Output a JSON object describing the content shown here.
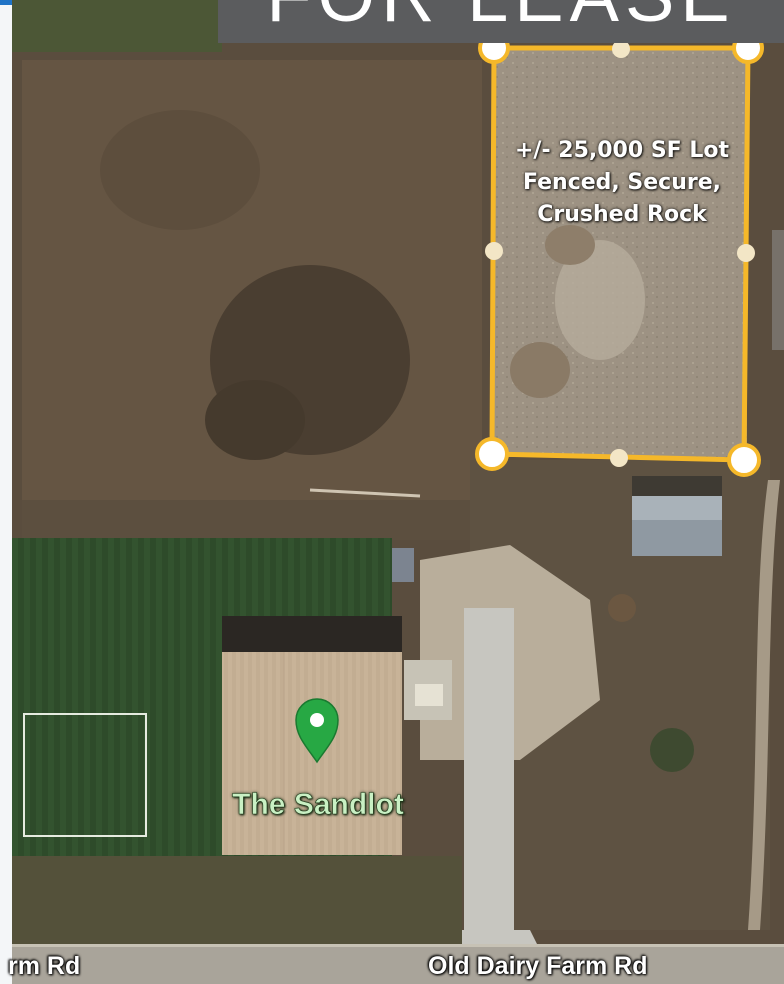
{
  "banner": {
    "text": "FOR LEASE"
  },
  "lot": {
    "label_lines": [
      "+/- 25,000 SF Lot",
      "Fenced, Secure,",
      "Crushed Rock"
    ]
  },
  "place": {
    "name": "The Sandlot"
  },
  "roads": {
    "left_label": "rm Rd",
    "right_label": "Old Dairy Farm Rd"
  },
  "colors": {
    "boundary": "#f5b82a",
    "pin": "#27a844",
    "banner_bg": "#5b5c5e",
    "accent": "#1f73c6"
  }
}
